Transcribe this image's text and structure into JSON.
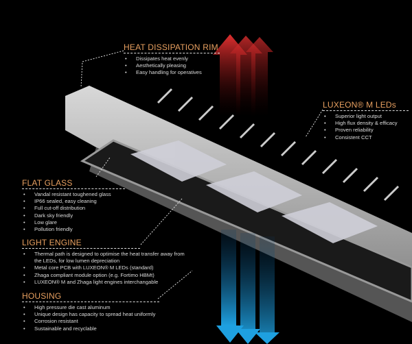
{
  "accent_color": "#e8a060",
  "sections": {
    "heat": {
      "title": "HEAT DISSIPATION RIM",
      "items": [
        "Dissipates heat evenly",
        "Aesthetically pleasing",
        "Easy handling for operatives"
      ]
    },
    "leds": {
      "title": "LUXEON® M  LEDs",
      "items": [
        "Superior light output",
        "High flux density & efficacy",
        "Proven reliability",
        "Consistent CCT"
      ]
    },
    "glass": {
      "title": "FLAT GLASS",
      "items": [
        "Vandal resistant toughened glass",
        "IP66 sealed, easy cleaning",
        "Full cut-off distribution",
        "Dark sky friendly",
        "Low glare",
        "Pollution friendly"
      ]
    },
    "engine": {
      "title": "LIGHT ENGINE",
      "items": [
        "Thermal path is designed to optimise the heat transfer away from the LEDs, for low lumen depreciation",
        "Metal core PCB with LUXEON® M LEDs (standard)",
        "Zhaga compliant module option (e.g. Fortimo HBMt)",
        "LUXEON® M and Zhaga light engines interchangable"
      ]
    },
    "housing": {
      "title": "HOUSING",
      "items": [
        "High pressure die cast aluminum",
        "Unique design has capacity to spread heat uniformly",
        "Corrosion resistant",
        "Sustainable and recyclable"
      ]
    }
  }
}
